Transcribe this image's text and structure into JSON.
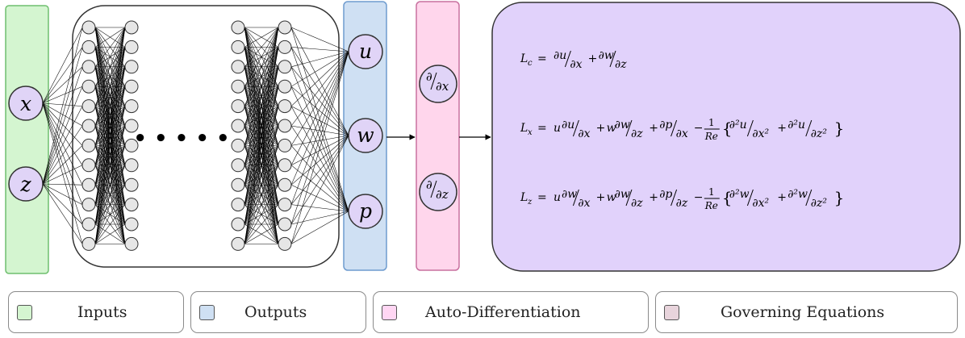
{
  "inputs": [
    "x",
    "z"
  ],
  "outputs": [
    "u",
    "w",
    "p"
  ],
  "autodiff_ops": [
    {
      "num": "∂",
      "den": "∂x"
    },
    {
      "num": "∂",
      "den": "∂z"
    }
  ],
  "network": {
    "ellipsis": "• • • • •",
    "neurons_per_column": 12
  },
  "equations": {
    "lc": {
      "lhs": "L",
      "sub": "c",
      "eq": "=",
      "terms": [
        {
          "type": "frac",
          "num": "∂u",
          "den": "∂x"
        },
        {
          "type": "op",
          "text": "+"
        },
        {
          "type": "frac",
          "num": "∂w",
          "den": "∂z"
        }
      ]
    },
    "lx": {
      "lhs": "L",
      "sub": "x",
      "eq": "=",
      "terms": [
        {
          "type": "var",
          "text": "u"
        },
        {
          "type": "frac",
          "num": "∂u",
          "den": "∂x"
        },
        {
          "type": "op",
          "text": "+"
        },
        {
          "type": "var",
          "text": "w"
        },
        {
          "type": "frac",
          "num": "∂w",
          "den": "∂z"
        },
        {
          "type": "op",
          "text": "+"
        },
        {
          "type": "frac",
          "num": "∂p",
          "den": "∂x"
        },
        {
          "type": "op",
          "text": "−"
        },
        {
          "type": "vfrac",
          "num": "1",
          "den": "Re"
        },
        {
          "type": "brace",
          "text": "{"
        },
        {
          "type": "frac",
          "num": "∂²u",
          "den": "∂x²"
        },
        {
          "type": "op",
          "text": "+"
        },
        {
          "type": "frac",
          "num": "∂²u",
          "den": "∂z²"
        },
        {
          "type": "brace",
          "text": "}"
        }
      ]
    },
    "lz": {
      "lhs": "L",
      "sub": "z",
      "eq": "=",
      "terms": [
        {
          "type": "var",
          "text": "u"
        },
        {
          "type": "frac",
          "num": "∂w",
          "den": "∂x"
        },
        {
          "type": "op",
          "text": "+"
        },
        {
          "type": "var",
          "text": "w"
        },
        {
          "type": "frac",
          "num": "∂w",
          "den": "∂z"
        },
        {
          "type": "op",
          "text": "+"
        },
        {
          "type": "frac",
          "num": "∂p",
          "den": "∂z"
        },
        {
          "type": "op",
          "text": "−"
        },
        {
          "type": "vfrac",
          "num": "1",
          "den": "Re"
        },
        {
          "type": "brace",
          "text": "{"
        },
        {
          "type": "frac",
          "num": "∂²w",
          "den": "∂x²"
        },
        {
          "type": "op",
          "text": "+"
        },
        {
          "type": "frac",
          "num": "∂²w",
          "den": "∂z²"
        },
        {
          "type": "brace",
          "text": "}"
        }
      ]
    }
  },
  "legend": [
    {
      "label": "Inputs",
      "color": "#d4f5d0"
    },
    {
      "label": "Outputs",
      "color": "#cfe0f3"
    },
    {
      "label": "Auto-Differentiation",
      "color": "#ffd6f3"
    },
    {
      "label": "Governing Equations",
      "color": "#e8d4dc"
    }
  ],
  "colors": {
    "inputs_fill": "#d4f5d0",
    "inputs_stroke": "#6fbf6f",
    "outputs_fill": "#cfe0f3",
    "outputs_stroke": "#6f9ccf",
    "autodiff_fill": "#ffd6ec",
    "autodiff_stroke": "#c8709f",
    "equations_fill": "#e1d2fb",
    "equations_stroke": "#333333",
    "node_fill": "#e0d4f7",
    "neuron_fill": "#e6e6e6"
  }
}
